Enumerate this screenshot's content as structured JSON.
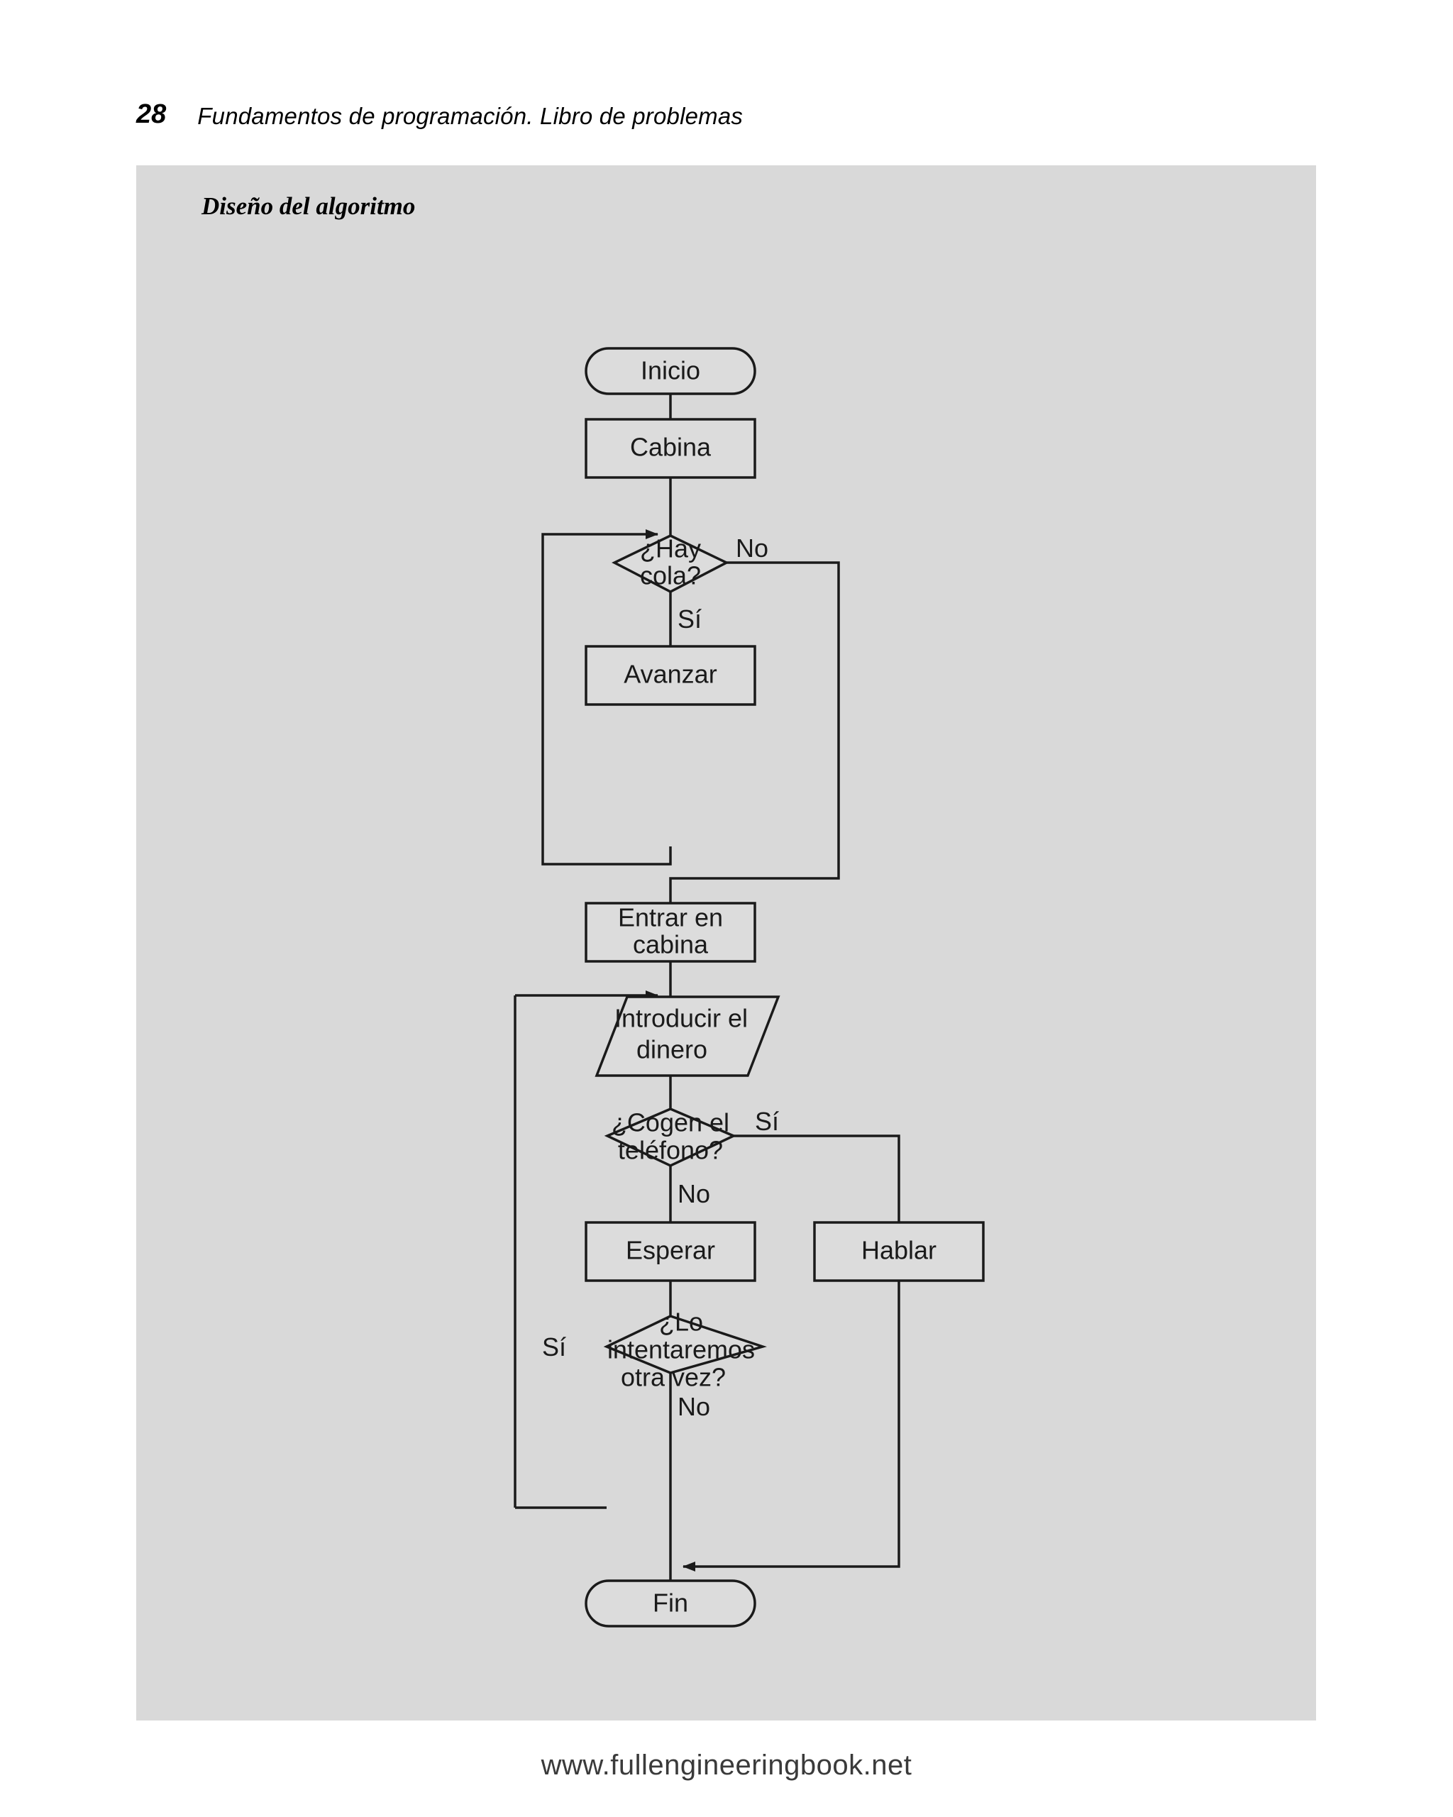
{
  "page": {
    "number": "28",
    "header_title": "Fundamentos de programación. Libro de problemas",
    "footer_url": "www.fullengineeringbook.net"
  },
  "panel": {
    "heading": "Diseño del algoritmo",
    "background_color": "#d9d9d9"
  },
  "diagram": {
    "type": "flowchart",
    "stroke_color": "#1a1a1a",
    "fill_color": "#dcdcdc",
    "nodes": [
      {
        "id": "inicio",
        "shape": "terminator",
        "label": "Inicio"
      },
      {
        "id": "cabina",
        "shape": "process",
        "label": "Cabina"
      },
      {
        "id": "hay_cola",
        "shape": "decision",
        "label_line1": "¿Hay",
        "label_line2": "cola?"
      },
      {
        "id": "avanzar",
        "shape": "process",
        "label": "Avanzar"
      },
      {
        "id": "entrar",
        "shape": "process",
        "label_line1": "Entrar en",
        "label_line2": "cabina"
      },
      {
        "id": "introducir",
        "shape": "input-output",
        "label_line1": "Introducir el",
        "label_line2": "dinero"
      },
      {
        "id": "cogen",
        "shape": "decision",
        "label_line1": "¿Cogen el",
        "label_line2": "teléfono?"
      },
      {
        "id": "esperar",
        "shape": "process",
        "label": "Esperar"
      },
      {
        "id": "hablar",
        "shape": "process",
        "label": "Hablar"
      },
      {
        "id": "intentar",
        "shape": "decision",
        "label_line1": "¿Lo",
        "label_line2": "intentaremos",
        "label_line3": "otra vez?"
      },
      {
        "id": "fin",
        "shape": "terminator",
        "label": "Fin"
      }
    ],
    "edge_labels": {
      "hay_cola_no": "No",
      "hay_cola_si": "Sí",
      "cogen_si": "Sí",
      "cogen_no": "No",
      "intentar_si": "Sí",
      "intentar_no": "No"
    }
  }
}
